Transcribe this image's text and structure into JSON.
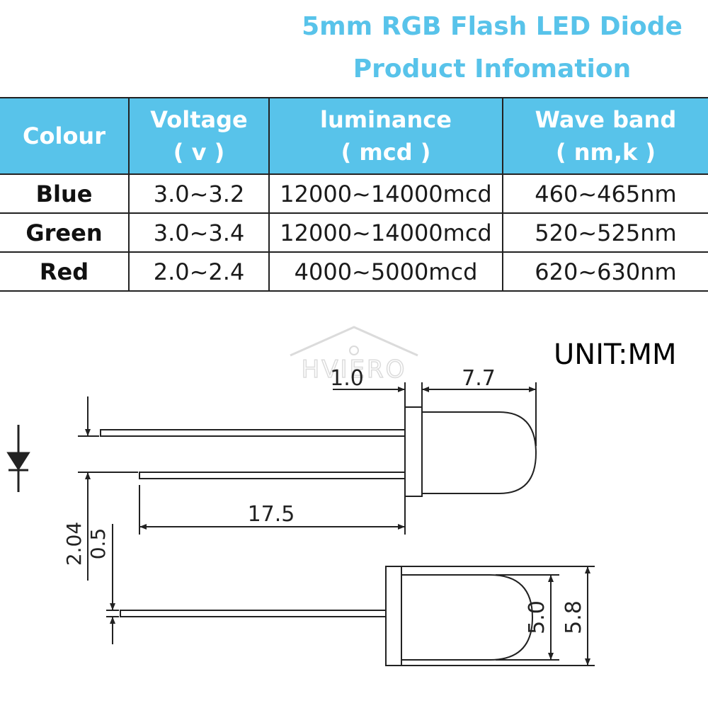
{
  "title": {
    "line1": "5mm RGB Flash LED Diode",
    "line2": "Product Infomation"
  },
  "table": {
    "headers": [
      {
        "line1": "Colour",
        "line2": ""
      },
      {
        "line1": "Voltage",
        "line2": "( v )"
      },
      {
        "line1": "luminance",
        "line2": "( mcd )"
      },
      {
        "line1": "Wave band",
        "line2": "( nm,k )"
      }
    ],
    "rows": [
      [
        "Blue",
        "3.0~3.2",
        "12000~14000mcd",
        "460~465nm"
      ],
      [
        "Green",
        "3.0~3.4",
        "12000~14000mcd",
        "520~525nm"
      ],
      [
        "Red",
        "2.0~2.4",
        "4000~5000mcd",
        "620~630nm"
      ]
    ]
  },
  "drawing": {
    "unit": "UNIT:MM",
    "watermark": "HVIERO",
    "dims": {
      "flange": "1.0",
      "lens_length": "7.7",
      "lead_length": "17.5",
      "pitch": "2.04",
      "lead_width": "0.5",
      "lens_diameter": "5.0",
      "flange_diameter": "5.8"
    }
  },
  "colors": {
    "accent": "#58c3ea",
    "line": "#222222"
  }
}
